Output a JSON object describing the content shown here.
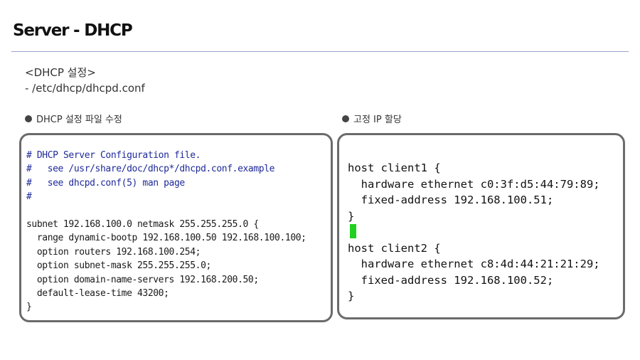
{
  "title": "Server - DHCP",
  "subtitle": "<DHCP 설정>",
  "config_path": "- /etc/dhcp/dhcpd.conf",
  "sections": {
    "left_label": "DHCP 설정 파일 수정",
    "right_label": "고정 IP 할당"
  },
  "left_code": {
    "comments": [
      "# DHCP Server Configuration file.",
      "#   see /usr/share/doc/dhcp*/dhcpd.conf.example",
      "#   see dhcpd.conf(5) man page",
      "#"
    ],
    "body": [
      "subnet 192.168.100.0 netmask 255.255.255.0 {",
      "  range dynamic-bootp 192.168.100.50 192.168.100.100;",
      "  option routers 192.168.100.254;",
      "  option subnet-mask 255.255.255.0;",
      "  option domain-name-servers 192.168.200.50;",
      "  default-lease-time 43200;",
      "}"
    ]
  },
  "right_code": {
    "block1": [
      "host client1 {",
      "  hardware ethernet c0:3f:d5:44:79:89;",
      "  fixed-address 192.168.100.51;",
      "}"
    ],
    "block2": [
      "host client2 {",
      "  hardware ethernet c8:4d:44:21:21:29;",
      "  fixed-address 192.168.100.52;",
      "}"
    ]
  },
  "colors": {
    "comment": "#1f2a9a",
    "cursor": "#22d022",
    "rule": "#9aa3c8",
    "panel_border": "#6b6b6b"
  }
}
